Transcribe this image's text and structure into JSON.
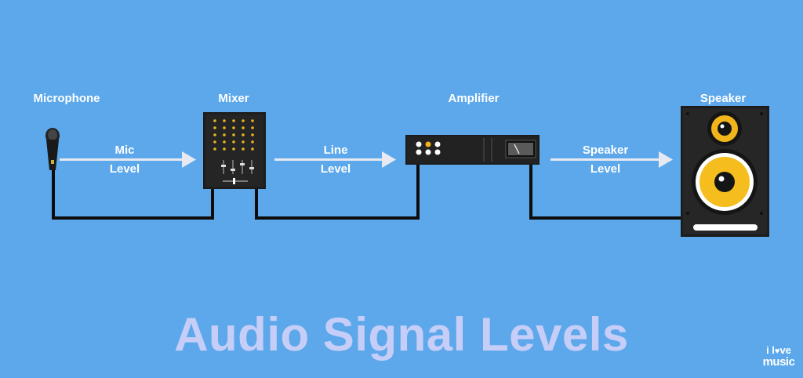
{
  "title": "Audio Signal Levels",
  "devices": {
    "microphone": "Microphone",
    "mixer": "Mixer",
    "amplifier": "Amplifier",
    "speaker": "Speaker"
  },
  "signals": {
    "mic": {
      "line1": "Mic",
      "line2": "Level"
    },
    "line": {
      "line1": "Line",
      "line2": "Level"
    },
    "speaker": {
      "line1": "Speaker",
      "line2": "Level"
    }
  },
  "logo": {
    "line1a": "i l",
    "heart": "♥",
    "line1b": "ve",
    "line2": "music"
  },
  "colors": {
    "background": "#5ca8eb",
    "title": "#c6cef8",
    "device": "#1d1d1d",
    "cable": "#0d0d0d",
    "arrow": "#e6e9f1",
    "knob": "#f1b51b",
    "woofer": "#f5bd1e"
  }
}
